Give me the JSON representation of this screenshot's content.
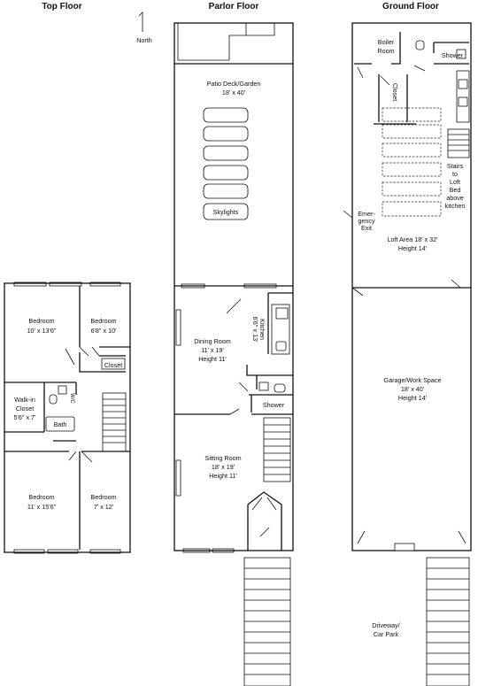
{
  "floors": {
    "top": {
      "title": "Top Floor"
    },
    "parlor": {
      "title": "Parlor Floor"
    },
    "ground": {
      "title": "Ground Floor"
    }
  },
  "north": "North",
  "rooms": {
    "top": {
      "bedroom_nw": {
        "name": "Bedroom",
        "size": "10' x 13'6\""
      },
      "bedroom_ne": {
        "name": "Bedroom",
        "size": "6'8\" x 10'"
      },
      "closet": "Closet",
      "walkin": {
        "l1": "Walk-in",
        "l2": "Closet",
        "size": "5'6\" x 7'"
      },
      "wc": "W/C",
      "bath": "Bath",
      "bedroom_sw": {
        "name": "Bedroom",
        "size": "11' x 15'6\""
      },
      "bedroom_se": {
        "name": "Bedroom",
        "size": "7' x 12'"
      }
    },
    "parlor": {
      "patio": {
        "name": "Patio Deck/Garden",
        "size": "18' x 40'"
      },
      "skylights": "Skylights",
      "dining": {
        "name": "Dining Room",
        "size": "11' x 19'",
        "height": "Height 11'"
      },
      "kitchen": {
        "name": "Kitchen",
        "size": "6'6\" x 13'"
      },
      "shower": "Shower",
      "sitting": {
        "name": "Sitting Room",
        "size": "18' x 19'",
        "height": "Height 11'"
      }
    },
    "ground": {
      "boiler": {
        "l1": "Boiler",
        "l2": "Room"
      },
      "shower": "Shower",
      "closet": "Closet",
      "stairs": [
        "Stairs",
        "to",
        "Loft",
        "Bed",
        "above",
        "kitchen"
      ],
      "emergency": [
        "Emer-",
        "gency",
        "Exit"
      ],
      "loft": {
        "name": "Loft Area 18' x 32'",
        "height": "Height 14'"
      },
      "garage": {
        "name": "Garage/Work Space",
        "size": "18' x 40'",
        "height": "Height 14'"
      },
      "driveway": {
        "l1": "Driveway/",
        "l2": "Car Park"
      }
    }
  }
}
